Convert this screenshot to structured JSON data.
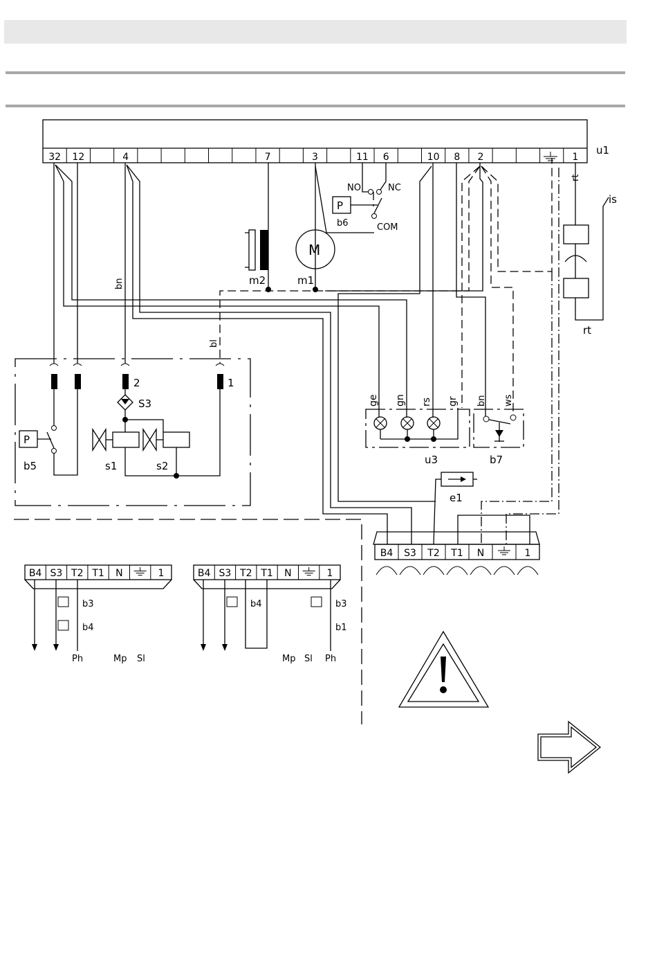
{
  "colors": {
    "ink": "#000000",
    "band": "#e8e8e8",
    "rule": "#a8a8a8"
  },
  "u1": {
    "label": "u1",
    "terminals": [
      "32",
      "12",
      "4",
      "7",
      "3",
      "11",
      "6",
      "10",
      "8",
      "2",
      "1"
    ],
    "ground_icon": "earth-ground-icon"
  },
  "components": {
    "m2": "m2",
    "m1": "m1",
    "motor_symbol": "M",
    "b6": "b6",
    "b6_p": "P",
    "no": "NO",
    "nc": "NC",
    "com": "COM",
    "rt_top": "rt",
    "rt_bottom": "rt",
    "is": "is",
    "bn_wire": "bn",
    "bl_wire": "bl",
    "b5": "b5",
    "b5_p": "P",
    "s1": "s1",
    "s2": "s2",
    "s3": "S3",
    "coil_1": "1",
    "coil_2": "2",
    "u3": "u3",
    "b7": "b7",
    "e1": "e1",
    "lamp_labels": [
      "ge",
      "gn",
      "rs",
      "gr"
    ],
    "b7_labels": [
      "bn",
      "ws"
    ]
  },
  "connector_main": {
    "terminals": [
      "B4",
      "S3",
      "T2",
      "T1",
      "N",
      "",
      "1"
    ]
  },
  "connector_left": {
    "terminals": [
      "B4",
      "S3",
      "T2",
      "T1",
      "N",
      "",
      "1"
    ],
    "switches": [
      "b3",
      "b4"
    ],
    "bottom_labels": [
      "Ph",
      "Mp",
      "Sl"
    ]
  },
  "connector_right": {
    "terminals": [
      "B4",
      "S3",
      "T2",
      "T1",
      "N",
      "",
      "1"
    ],
    "switches": [
      "b4",
      "b3",
      "b1"
    ],
    "bottom_labels": [
      "Mp",
      "Sl",
      "Ph"
    ]
  },
  "icons": {
    "warning": "warning-triangle-icon",
    "next": "next-page-arrow-icon"
  }
}
